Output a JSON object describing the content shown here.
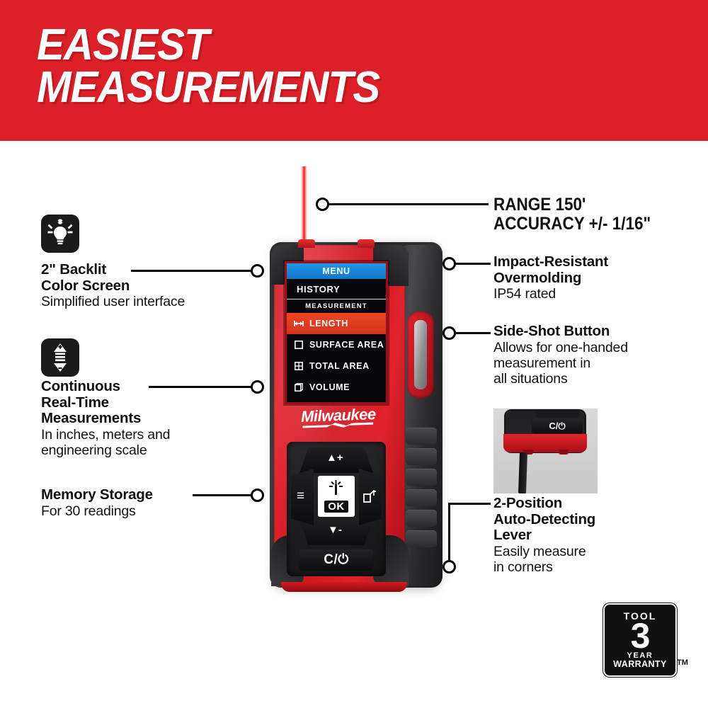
{
  "header": {
    "title": "EASIEST\nMEASUREMENTS",
    "background_color": "#db2029",
    "text_color": "#ffffff"
  },
  "features_left": [
    {
      "icon": "backlit-bulb-icon",
      "title": "2\" Backlit\nColor Screen",
      "subtitle": "Simplified user interface"
    },
    {
      "icon": "continuous-measure-arrow-icon",
      "title": "Continuous\nReal-Time\nMeasurements",
      "subtitle": "In inches, meters and\nengineering scale"
    },
    {
      "icon": "none",
      "title": "Memory Storage",
      "subtitle": "For 30 readings"
    }
  ],
  "features_right": [
    {
      "title": "RANGE 150'\nACCURACY +/- 1/16\"",
      "subtitle": ""
    },
    {
      "title": "Impact-Resistant\nOvermolding",
      "subtitle": "IP54 rated"
    },
    {
      "title": "Side-Shot Button",
      "subtitle": "Allows for one-handed\nmeasurement in\nall situations"
    },
    {
      "title": "2-Position\nAuto-Detecting\nLever",
      "subtitle": "Easily measure\nin corners"
    }
  ],
  "device": {
    "brand_logo": "Milwaukee",
    "laser_color": "#f21c1c",
    "body_color": "#d6222c",
    "screen": {
      "menu_header": "MENU",
      "history_label": "HISTORY",
      "section_header": "MEASUREMENT",
      "header_color": "#1a86d8",
      "selected_color": "#e83d1e",
      "items": [
        {
          "label": "LENGTH",
          "icon": "length-icon",
          "selected": true
        },
        {
          "label": "SURFACE AREA",
          "icon": "square-icon",
          "selected": false
        },
        {
          "label": "TOTAL AREA",
          "icon": "grid-icon",
          "selected": false
        },
        {
          "label": "VOLUME",
          "icon": "cube-icon",
          "selected": false
        }
      ]
    },
    "keypad": {
      "up_label": "▲+",
      "down_label": "▼-",
      "left_label": "≡",
      "right_icon": "reference-corner-icon",
      "ok_label": "OK",
      "power_label": "C/⏻"
    },
    "side_shot_button": "side-shot-button"
  },
  "inset": {
    "caption_ref": "2-Position Auto-Detecting Lever",
    "power_label": "C/⏻"
  },
  "warranty": {
    "tool": "TOOL",
    "number": "3",
    "year": "YEAR",
    "warranty": "WARRANTY",
    "tm": "TM"
  }
}
